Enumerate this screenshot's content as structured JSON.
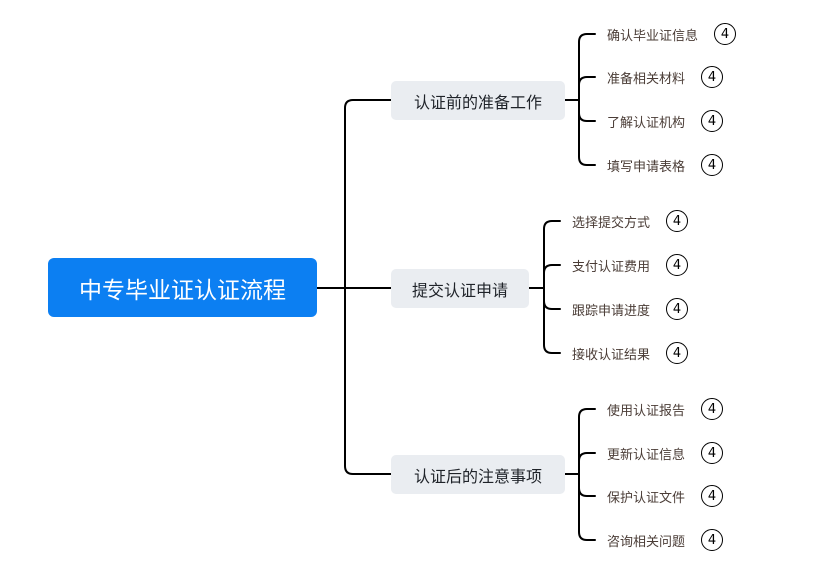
{
  "root": {
    "label": "中专毕业证认证流程"
  },
  "branches": [
    {
      "label": "认证前的准备工作",
      "leaves": [
        {
          "label": "确认毕业证信息",
          "badge": "4"
        },
        {
          "label": "准备相关材料",
          "badge": "4"
        },
        {
          "label": "了解认证机构",
          "badge": "4"
        },
        {
          "label": "填写申请表格",
          "badge": "4"
        }
      ]
    },
    {
      "label": "提交认证申请",
      "leaves": [
        {
          "label": "选择提交方式",
          "badge": "4"
        },
        {
          "label": "支付认证费用",
          "badge": "4"
        },
        {
          "label": "跟踪申请进度",
          "badge": "4"
        },
        {
          "label": "接收认证结果",
          "badge": "4"
        }
      ]
    },
    {
      "label": "认证后的注意事项",
      "leaves": [
        {
          "label": "使用认证报告",
          "badge": "4"
        },
        {
          "label": "更新认证信息",
          "badge": "4"
        },
        {
          "label": "保护认证文件",
          "badge": "4"
        },
        {
          "label": "咨询相关问题",
          "badge": "4"
        }
      ]
    }
  ],
  "colors": {
    "root_fill": "#0c7ff2",
    "branch_fill": "#eaedf1",
    "connector": "#000000",
    "leaf_text": "#4a3c36"
  }
}
